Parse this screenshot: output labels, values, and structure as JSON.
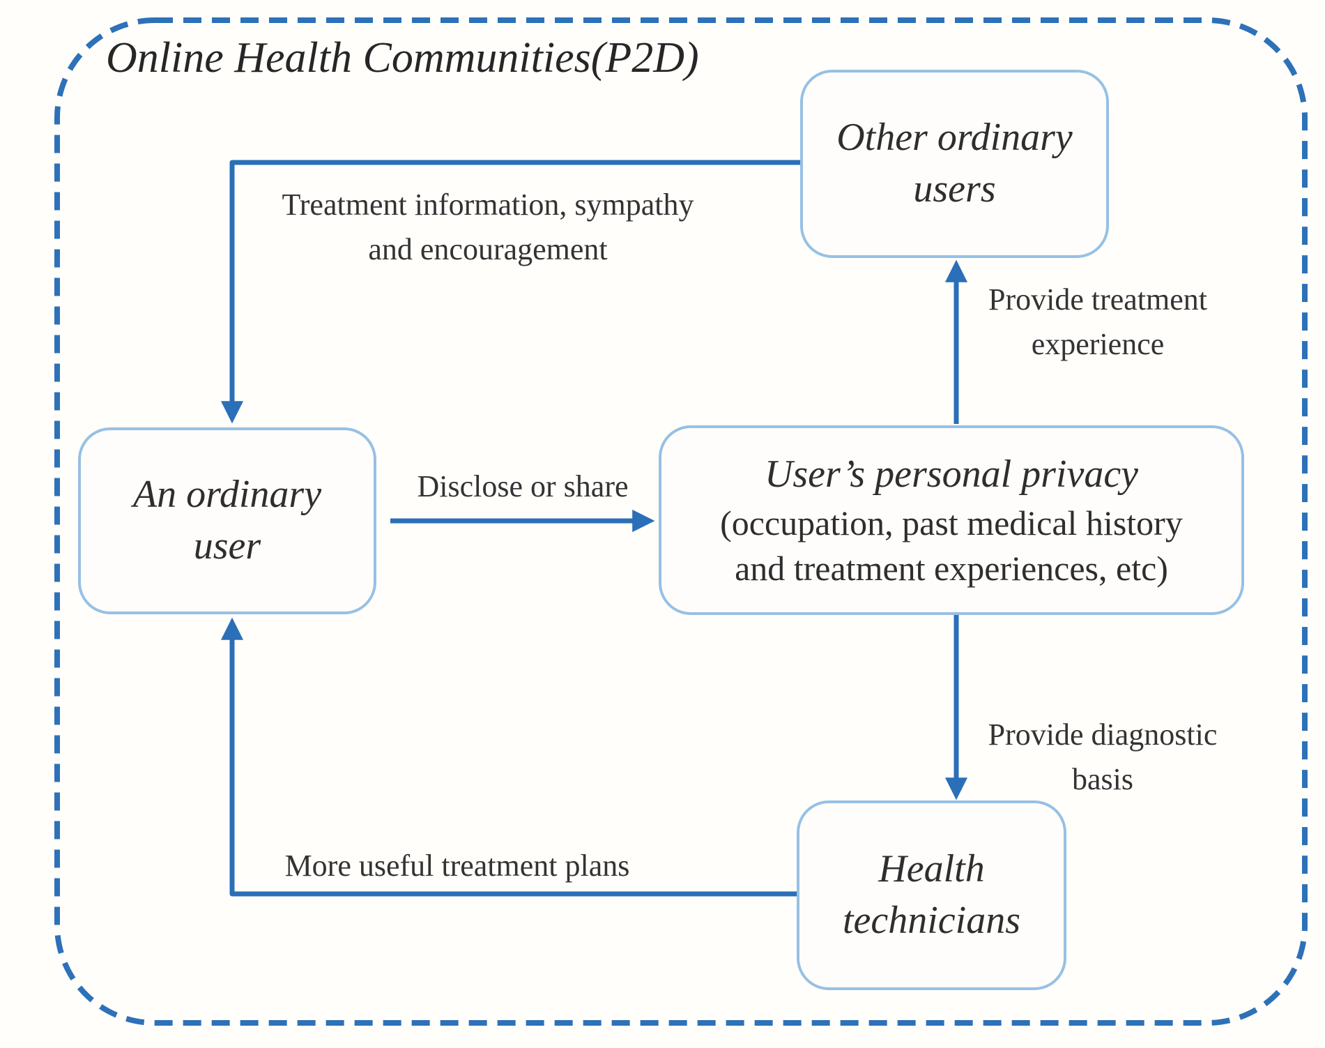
{
  "figure": {
    "title": "Online Health Communities(P2D)",
    "nodes": {
      "other_users": {
        "lines": [
          "Other ordinary",
          "users"
        ]
      },
      "ordinary_user": {
        "lines": [
          "An ordinary",
          "user"
        ]
      },
      "personal_privacy": {
        "title_line": "User’s personal privacy",
        "detail_lines": [
          "(occupation, past medical history",
          "and treatment experiences, etc)"
        ]
      },
      "health_technicians": {
        "lines": [
          "Health",
          "technicians"
        ]
      }
    },
    "edges": {
      "treatment_info": {
        "lines": [
          "Treatment information, sympathy",
          "and encouragement"
        ]
      },
      "disclose": {
        "lines": [
          "Disclose or share"
        ]
      },
      "provide_treatment": {
        "lines": [
          "Provide treatment",
          "experience"
        ]
      },
      "provide_diagnostic": {
        "lines": [
          "Provide diagnostic",
          "basis"
        ]
      },
      "more_useful": {
        "lines": [
          "More useful treatment plans"
        ]
      }
    },
    "colors": {
      "arrow": "#2a6fb7",
      "box_border": "#97c0e4",
      "dashed_border": "#2d71b8",
      "text": "#333333"
    }
  }
}
